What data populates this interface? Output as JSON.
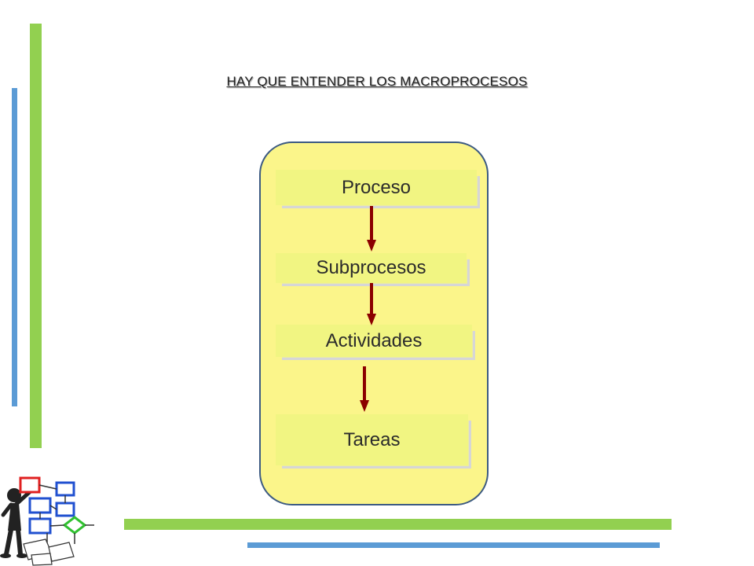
{
  "title": "HAY QUE ENTENDER LOS  MACROPROCESOS",
  "steps": [
    "Proceso",
    "Subprocesos",
    "Actividades",
    "Tareas"
  ],
  "colors": {
    "accent_green": "#92d050",
    "accent_blue": "#5b9bd5",
    "panel_fill": "#fbf58a",
    "panel_border": "#3c5a82",
    "box_fill": "#f1f582",
    "arrow": "#8b0000"
  }
}
